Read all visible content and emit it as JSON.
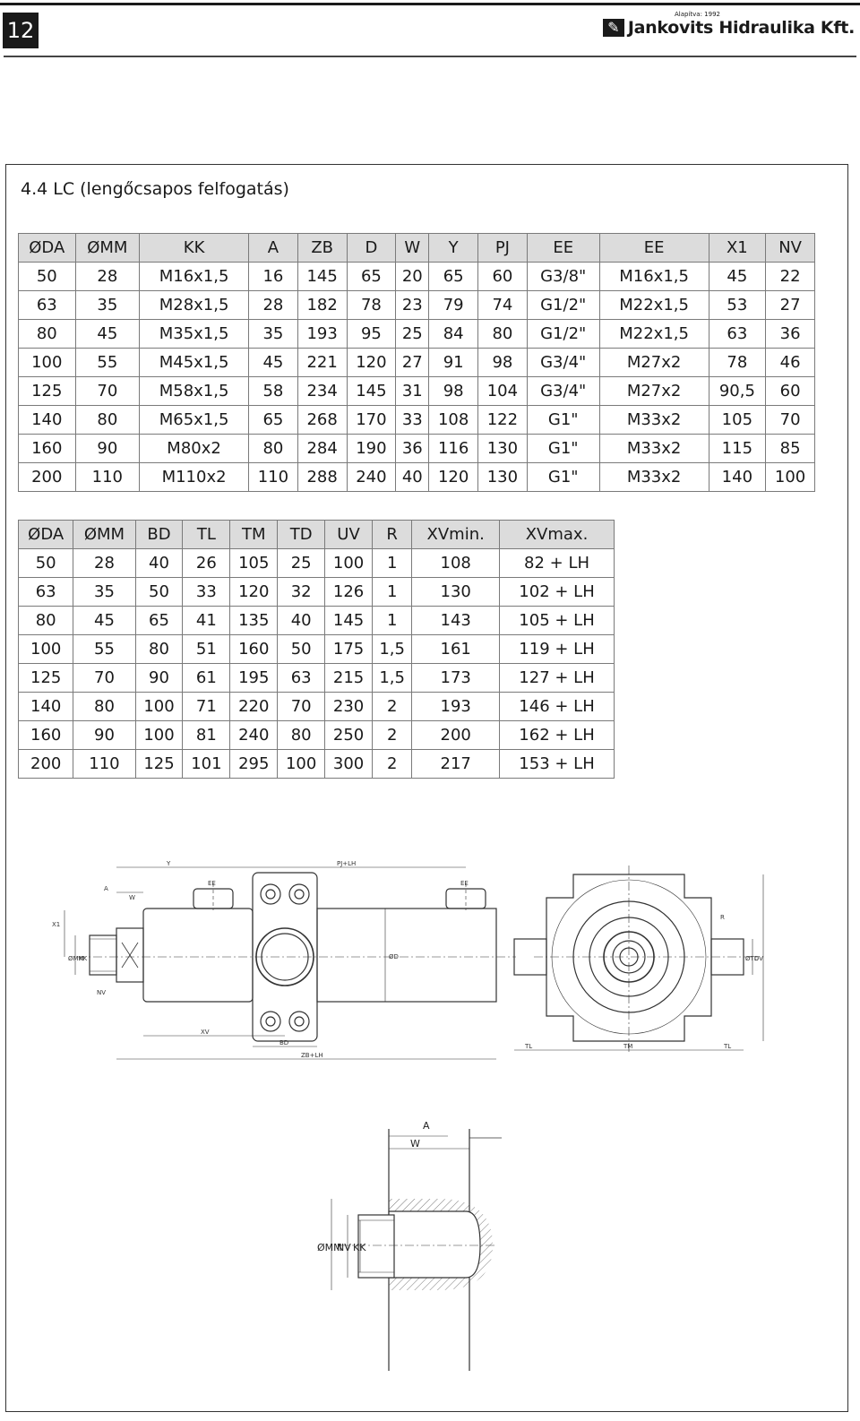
{
  "header": {
    "page_number": "12",
    "brand_tagline": "Alapítva: 1992",
    "brand_name": "Jankovits Hidraulika Kft."
  },
  "section": {
    "title": "4.4 LC (lengőcsapos felfogatás)"
  },
  "table1": {
    "headers": [
      "ØDA",
      "ØMM",
      "KK",
      "A",
      "ZB",
      "D",
      "W",
      "Y",
      "PJ",
      "EE",
      "EE",
      "X1",
      "NV"
    ],
    "rows": [
      [
        "50",
        "28",
        "M16x1,5",
        "16",
        "145",
        "65",
        "20",
        "65",
        "60",
        "G3/8\"",
        "M16x1,5",
        "45",
        "22"
      ],
      [
        "63",
        "35",
        "M28x1,5",
        "28",
        "182",
        "78",
        "23",
        "79",
        "74",
        "G1/2\"",
        "M22x1,5",
        "53",
        "27"
      ],
      [
        "80",
        "45",
        "M35x1,5",
        "35",
        "193",
        "95",
        "25",
        "84",
        "80",
        "G1/2\"",
        "M22x1,5",
        "63",
        "36"
      ],
      [
        "100",
        "55",
        "M45x1,5",
        "45",
        "221",
        "120",
        "27",
        "91",
        "98",
        "G3/4\"",
        "M27x2",
        "78",
        "46"
      ],
      [
        "125",
        "70",
        "M58x1,5",
        "58",
        "234",
        "145",
        "31",
        "98",
        "104",
        "G3/4\"",
        "M27x2",
        "90,5",
        "60"
      ],
      [
        "140",
        "80",
        "M65x1,5",
        "65",
        "268",
        "170",
        "33",
        "108",
        "122",
        "G1\"",
        "M33x2",
        "105",
        "70"
      ],
      [
        "160",
        "90",
        "M80x2",
        "80",
        "284",
        "190",
        "36",
        "116",
        "130",
        "G1\"",
        "M33x2",
        "115",
        "85"
      ],
      [
        "200",
        "110",
        "M110x2",
        "110",
        "288",
        "240",
        "40",
        "120",
        "130",
        "G1\"",
        "M33x2",
        "140",
        "100"
      ]
    ]
  },
  "table2": {
    "headers": [
      "ØDA",
      "ØMM",
      "BD",
      "TL",
      "TM",
      "TD",
      "UV",
      "R",
      "XVmin.",
      "XVmax."
    ],
    "rows": [
      [
        "50",
        "28",
        "40",
        "26",
        "105",
        "25",
        "100",
        "1",
        "108",
        "82 + LH"
      ],
      [
        "63",
        "35",
        "50",
        "33",
        "120",
        "32",
        "126",
        "1",
        "130",
        "102 + LH"
      ],
      [
        "80",
        "45",
        "65",
        "41",
        "135",
        "40",
        "145",
        "1",
        "143",
        "105 + LH"
      ],
      [
        "100",
        "55",
        "80",
        "51",
        "160",
        "50",
        "175",
        "1,5",
        "161",
        "119 + LH"
      ],
      [
        "125",
        "70",
        "90",
        "61",
        "195",
        "63",
        "215",
        "1,5",
        "173",
        "127 + LH"
      ],
      [
        "140",
        "80",
        "100",
        "71",
        "220",
        "70",
        "230",
        "2",
        "193",
        "146 + LH"
      ],
      [
        "160",
        "90",
        "100",
        "81",
        "240",
        "80",
        "250",
        "2",
        "200",
        "162 + LH"
      ],
      [
        "200",
        "110",
        "125",
        "101",
        "295",
        "100",
        "300",
        "2",
        "217",
        "153 + LH"
      ]
    ]
  },
  "drawing_labels": {
    "y": "Y",
    "pj_lh": "PJ+LH",
    "ee": "EE",
    "a": "A",
    "w": "W",
    "x1": "X1",
    "mm": "ØMM",
    "kk": "KK",
    "nv": "NV",
    "d": "ØD",
    "xv": "XV",
    "bd": "BD",
    "zb_lh": "ZB+LH",
    "r": "R",
    "td": "ØTD",
    "uv": "UV",
    "tl": "TL",
    "tm": "TM"
  }
}
